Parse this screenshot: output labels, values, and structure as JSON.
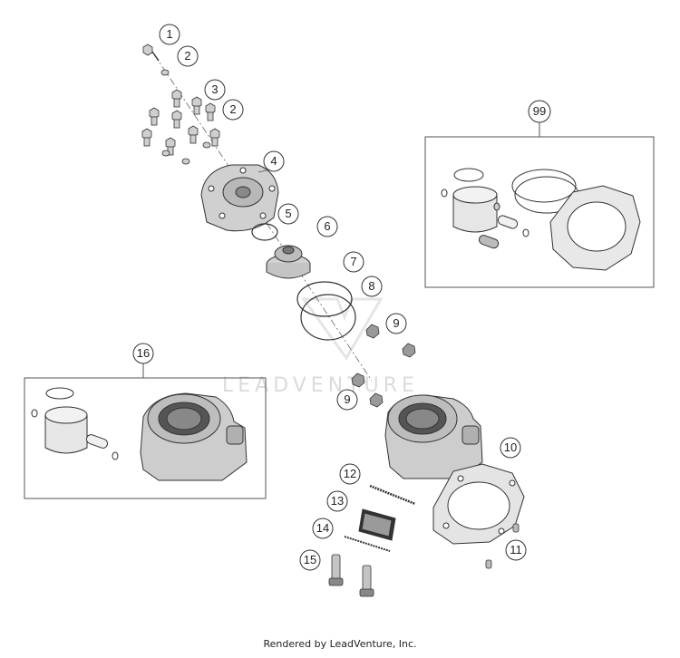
{
  "diagram": {
    "callouts": [
      "1",
      "2",
      "3",
      "2",
      "4",
      "5",
      "6",
      "7",
      "8",
      "9",
      "9",
      "10",
      "11",
      "12",
      "13",
      "14",
      "15",
      "16",
      "99"
    ],
    "watermark": "LEADVENTURE",
    "footer": "Rendered by LeadVenture, Inc."
  },
  "colors": {
    "line": "#3a3a3a",
    "part_fill": "#d9d9d9",
    "part_dark": "#8a8a8a",
    "box_stroke": "#555555",
    "watermark": "#d8d8d8"
  }
}
